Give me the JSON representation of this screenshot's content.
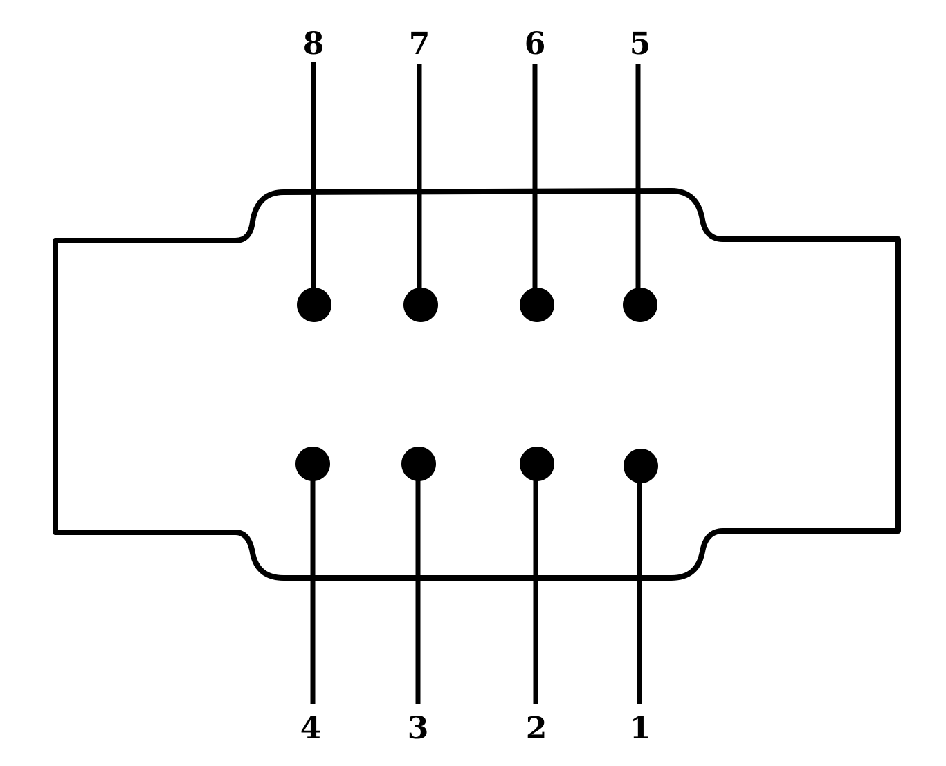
{
  "pins": {
    "top": [
      {
        "label": "8"
      },
      {
        "label": "7"
      },
      {
        "label": "6"
      },
      {
        "label": "5"
      }
    ],
    "bottom": [
      {
        "label": "4"
      },
      {
        "label": "3"
      },
      {
        "label": "2"
      },
      {
        "label": "1"
      }
    ]
  },
  "colors": {
    "line": "#000000",
    "background": "#ffffff"
  }
}
